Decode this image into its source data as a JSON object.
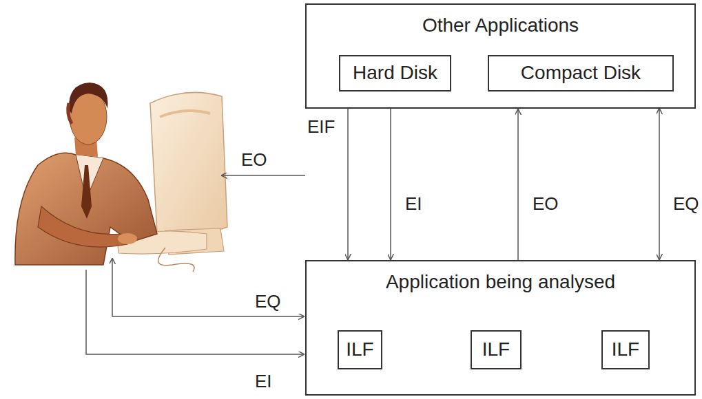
{
  "diagram": {
    "nodes": [
      {
        "text": [
          "Other Applications"
        ]
      },
      {
        "text": [
          "Hard Disk"
        ],
        "in": 0
      },
      {
        "text": [
          "Compact Disk"
        ],
        "in": 0
      },
      {
        "text": [
          "Application being analysed"
        ]
      },
      {
        "text": [
          "ILF"
        ],
        "in": 3
      },
      {
        "text": [
          "ILF"
        ],
        "in": 3
      },
      {
        "text": [
          "ILF"
        ],
        "in": 3
      }
    ],
    "edges": [
      {
        "from": 0,
        "to": 3,
        "arrow": "to",
        "label": "EIF"
      },
      {
        "from": 0,
        "to": 3,
        "arrow": "to",
        "label": "EI"
      },
      {
        "from": 3,
        "to": 0,
        "arrow": "to",
        "label": "EO"
      },
      {
        "from": 0,
        "to": 3,
        "arrow": "both",
        "label": "EQ"
      }
    ],
    "labels": [
      "EO",
      "EQ",
      "EI"
    ]
  }
}
